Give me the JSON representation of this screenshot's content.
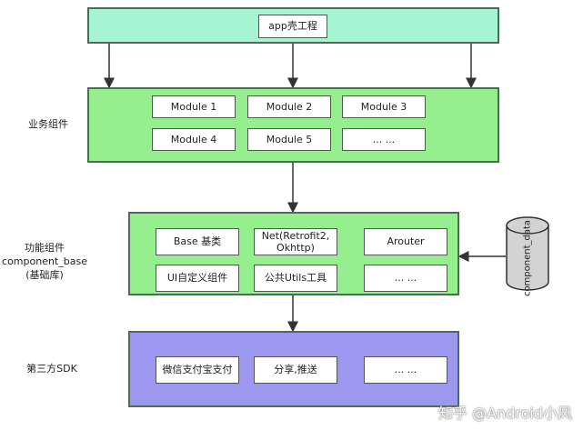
{
  "layers": {
    "app": {
      "module": "app壳工程"
    },
    "business": {
      "label": "业务组件",
      "modules": [
        "Module 1",
        "Module 2",
        "Module 3",
        "Module 4",
        "Module 5",
        "... ..."
      ]
    },
    "functional": {
      "label_lines": [
        "功能组件",
        "component_base",
        "(基础库)"
      ],
      "modules": [
        "Base 基类",
        "Net(Retrofit2, Okhttp)",
        "Arouter",
        "UI自定义组件",
        "公共Utils工具",
        "... ..."
      ]
    },
    "sdk": {
      "label": "第三方SDK",
      "modules": [
        "微信支付宝支付",
        "分享,推送",
        "... ..."
      ]
    }
  },
  "datastore": {
    "label": "component_data"
  },
  "watermark": "知乎 @Android小风",
  "colors": {
    "app_fill": "#a6f5d2",
    "business_fill": "#96ef8f",
    "functional_fill": "#96ef8f",
    "sdk_fill": "#9d98ef",
    "cylinder_fill": "#d3d3d3"
  }
}
